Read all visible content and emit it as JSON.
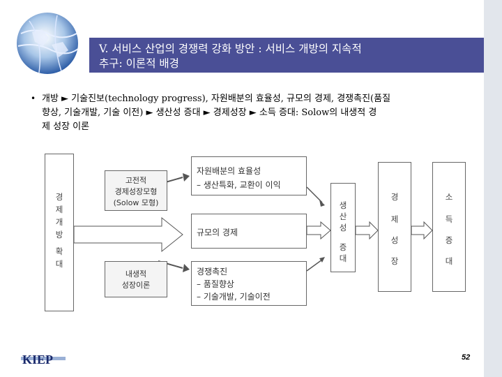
{
  "slide": {
    "title_line1": "V. 서비스 산업의 경쟁력 강화 방안 : 서비스 개방의 지속적",
    "title_line2": "추구: 이론적 배경",
    "bullet": {
      "line1": "개방 ► 기술진보(technology progress), 자원배분의 효율성, 규모의 경제, 경쟁촉진(품질",
      "line2": "향상, 기술개발, 기술 이전) ► 생산성 증대 ► 경제성장 ► 소득 증대: Solow의 내생적 경",
      "line3": "제 성장 이론"
    },
    "page_number": "52",
    "logo_text": "KIEP"
  },
  "diagram": {
    "left_box": [
      "경",
      "제",
      "개",
      "방",
      "",
      "확",
      "대"
    ],
    "classical": [
      "고전적",
      "경제성장모형",
      "(Solow 모형)"
    ],
    "endogenous": [
      "내생적",
      "성장이론"
    ],
    "resource": [
      "자원배분의 효율성",
      "– 생산특화, 교환이 이익"
    ],
    "scale": "규모의 경제",
    "competition": [
      "경쟁촉진",
      "– 품질향상",
      "– 기술개발, 기술이전"
    ],
    "productivity": [
      "생",
      "산",
      "성",
      "",
      "증",
      "대"
    ],
    "growth": [
      "경",
      "제",
      "성",
      "장"
    ],
    "income": [
      "소",
      "득",
      "증",
      "대"
    ]
  }
}
